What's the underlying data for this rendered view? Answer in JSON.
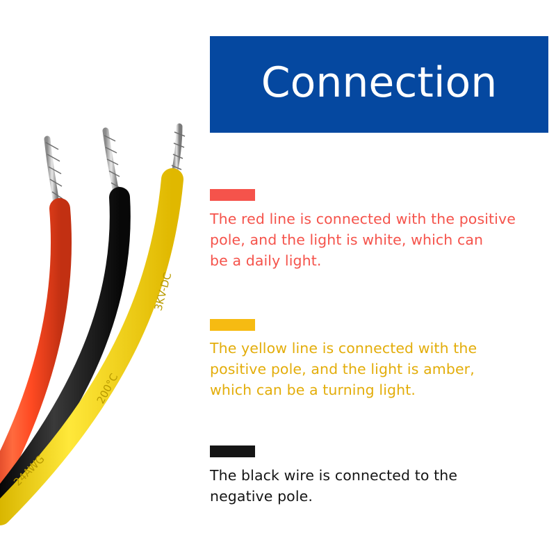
{
  "header": {
    "title": "Connection",
    "bg_color": "#0548a0"
  },
  "wire_prints": {
    "yellow_top": "3KV-DC",
    "yellow_mid": "200°C",
    "yellow_bottom": "24AWG"
  },
  "connections": [
    {
      "color": "#f5534b",
      "lines": [
        "The red line is connected with the positive",
        "pole, and the light is white, which can",
        "be a daily light."
      ]
    },
    {
      "color": "#f6bb12",
      "text_color": "#e3ad0a",
      "lines": [
        "The yellow line is connected with the",
        "positive pole, and the light is amber,",
        "which can be a turning light."
      ]
    },
    {
      "color": "#151515",
      "lines": [
        "The black wire is connected to the",
        "negative pole."
      ]
    }
  ]
}
